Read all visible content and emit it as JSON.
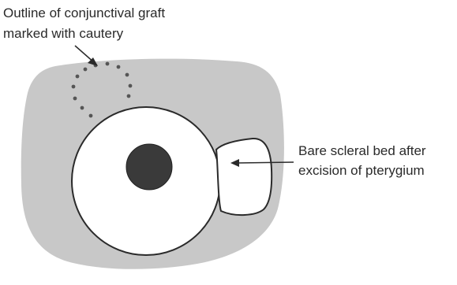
{
  "diagram": {
    "labels": {
      "graft_outline_line1": "Outline of conjunctival graft",
      "graft_outline_line2": "marked with cautery",
      "bare_sclera_line1": "Bare scleral bed after",
      "bare_sclera_line2": "excision of pterygium"
    },
    "colors": {
      "conjunctiva_fill": "#c8c8c8",
      "pupil_fill": "#3a3a3a",
      "outline_stroke": "#2a2a2a",
      "cornea_fill": "#ffffff",
      "cautery_dots": "#555555"
    }
  }
}
